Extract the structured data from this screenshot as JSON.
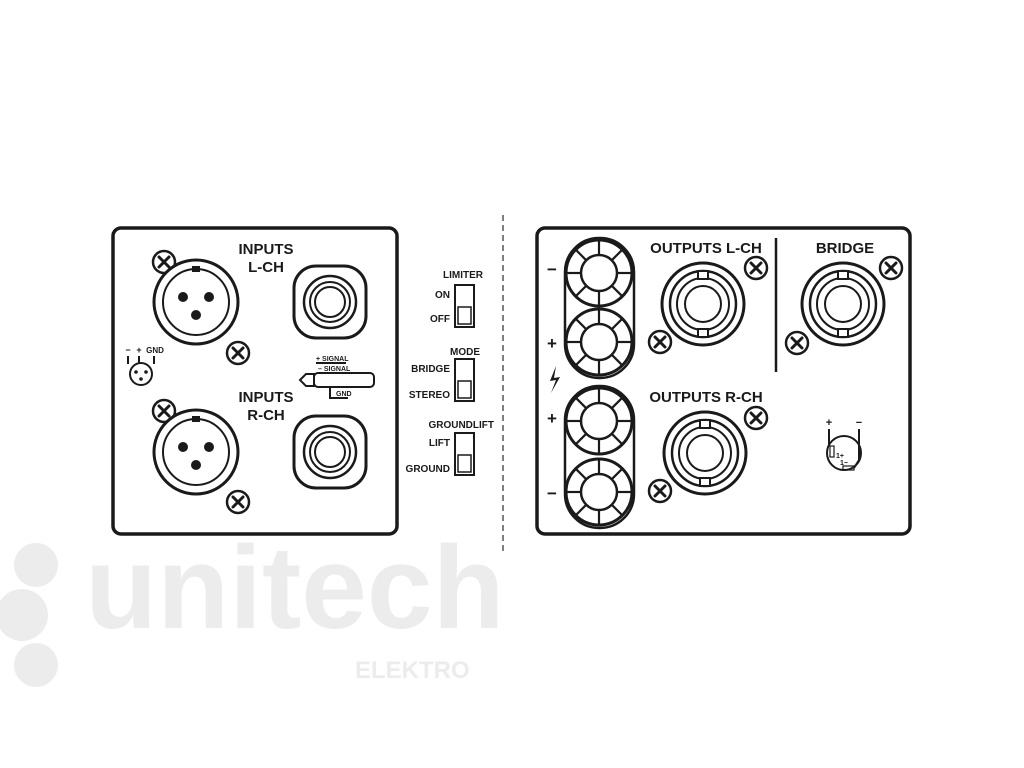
{
  "input_panel": {
    "inputs_lch_line1": "INPUTS",
    "inputs_lch_line2": "L-CH",
    "inputs_rch_line1": "INPUTS",
    "inputs_rch_line2": "R-CH",
    "xlr_pin_minus": "−",
    "xlr_pin_plus": "+",
    "xlr_pin_gnd": "GND",
    "jack_plus_signal": "+ SIGNAL",
    "jack_minus_signal": "– SIGNAL",
    "jack_gnd": "GND"
  },
  "switches": {
    "limiter": {
      "title": "LIMITER",
      "top": "ON",
      "bottom": "OFF"
    },
    "mode": {
      "title": "MODE",
      "top": "BRIDGE",
      "bottom": "STEREO"
    },
    "groundlift": {
      "title": "GROUNDLIFT",
      "top": "LIFT",
      "bottom": "GROUND"
    }
  },
  "output_panel": {
    "outputs_lch": "OUTPUTS L-CH",
    "outputs_rch": "OUTPUTS R-CH",
    "bridge": "BRIDGE",
    "terminal_minus_top": "−",
    "terminal_plus_top": "+",
    "terminal_plus_bottom": "+",
    "terminal_minus_bottom": "−",
    "bridge_pin_plus": "+",
    "bridge_pin_minus": "−",
    "bridge_pin_1plus": "1+",
    "bridge_pin_1minus": "1−"
  },
  "watermark": {
    "brand": "unitech",
    "sub": "ELEKTRO"
  }
}
